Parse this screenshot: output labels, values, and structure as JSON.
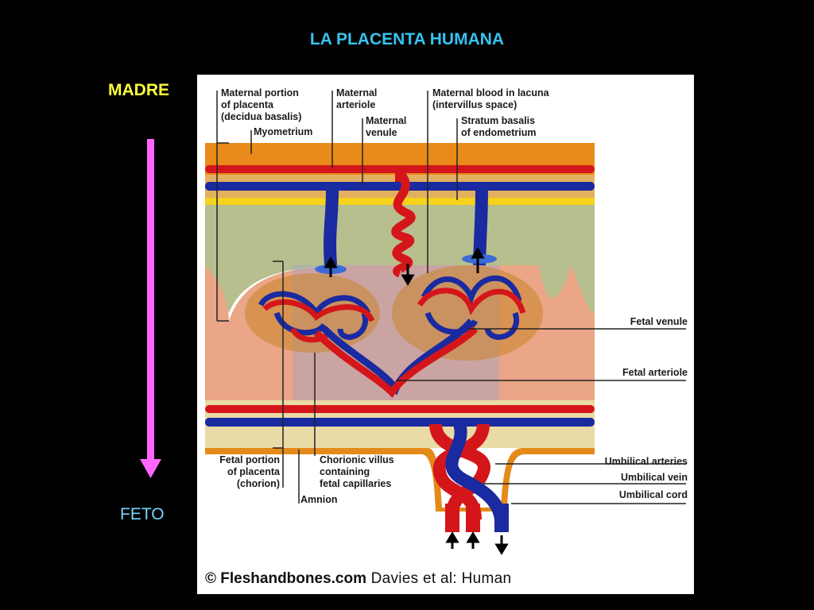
{
  "title": "LA PLACENTA HUMANA",
  "side": {
    "top": "MADRE",
    "bottom": "FETO"
  },
  "labels": {
    "maternal_portion": "Maternal portion\nof placenta\n(decidua basalis)",
    "maternal_arteriole": "Maternal\narteriole",
    "maternal_blood": "Maternal blood in lacuna\n(intervillus space)",
    "myometrium": "Myometrium",
    "maternal_venule": "Maternal\nvenule",
    "stratum_basalis": "Stratum basalis\nof endometrium",
    "fetal_venule": "Fetal venule",
    "fetal_arteriole": "Fetal arteriole",
    "fetal_portion": "Fetal portion\nof placenta\n(chorion)",
    "chorionic_villus": "Chorionic villus\ncontaining\nfetal capillaries",
    "amnion": "Amnion",
    "umbilical_arteries": "Umbilical arteries",
    "umbilical_vein": "Umbilical vein",
    "umbilical_cord": "Umbilical cord"
  },
  "credit": {
    "site": "Fleshandbones.com",
    "rest": " Davies et al: Human"
  },
  "colors": {
    "artery": "#d4161b",
    "vein": "#1a2aa0",
    "arrow": "#ff66ff",
    "myometrium": "#e98a1a",
    "decidua": "#b7bf8e",
    "lacuna": "#eaa686",
    "chorion": "#eadaa6"
  }
}
